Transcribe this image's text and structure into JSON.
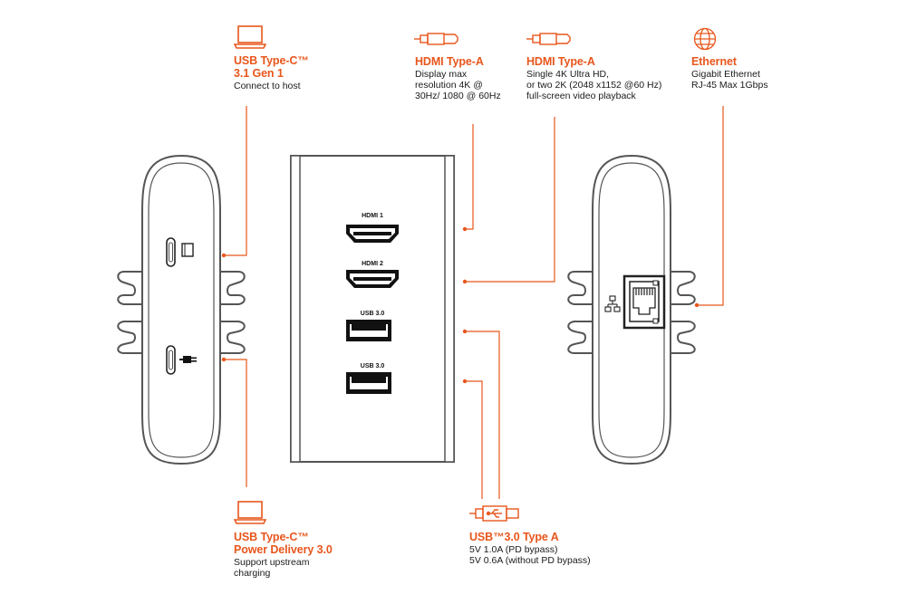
{
  "colors": {
    "accent": "#e8561c",
    "body": "#555555",
    "text": "#1a1a1a"
  },
  "callouts": {
    "usbc_host": {
      "icon": "laptop-icon",
      "title": "USB Type-C™\n3.1 Gen 1",
      "desc": "Connect to host"
    },
    "usbc_pd": {
      "icon": "laptop-icon",
      "title": "USB Type-C™\nPower Delivery 3.0",
      "desc": "Support upstream\ncharging"
    },
    "hdmi_a1": {
      "icon": "hdmi-cable-icon",
      "title": "HDMI Type-A",
      "desc": "Display max\nresolution 4K @\n30Hz/ 1080 @ 60Hz"
    },
    "hdmi_a2": {
      "icon": "hdmi-cable-icon",
      "title": "HDMI Type-A",
      "desc": "Single 4K Ultra HD,\nor two 2K (2048 x1152 @60 Hz)\nfull-screen video playback"
    },
    "ethernet": {
      "icon": "globe-icon",
      "title": "Ethernet",
      "desc": "Gigabit Ethernet\nRJ-45 Max 1Gbps"
    },
    "usb30": {
      "icon": "usb-cable-icon",
      "title": "USB™3.0 Type A",
      "desc": "5V 1.0A (PD bypass)\n5V 0.6A (without PD bypass)"
    }
  },
  "ports": {
    "hdmi1": "HDMI 1",
    "hdmi2": "HDMI 2",
    "usb1": "USB 3.0",
    "usb2": "USB 3.0"
  }
}
